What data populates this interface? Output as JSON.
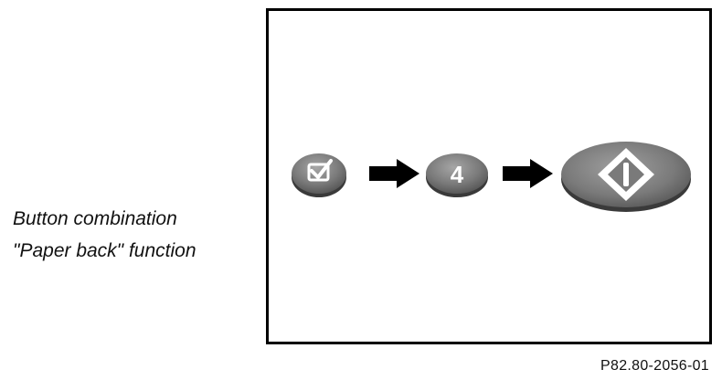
{
  "caption": {
    "line1": "Button combination",
    "line2": "\"Paper back\" function"
  },
  "sequence": {
    "step1_icon": "checkmark-icon",
    "step2_label": "4",
    "step3_icon": "start-diamond-icon",
    "arrow_icon": "arrow-right-icon"
  },
  "colors": {
    "button_fill": "#6e6e6e",
    "button_highlight": "#a6a6a6",
    "button_shadow": "#3a3a3a",
    "symbol": "#ffffff",
    "arrow": "#000000"
  },
  "reference_code": "P82.80-2056-01"
}
